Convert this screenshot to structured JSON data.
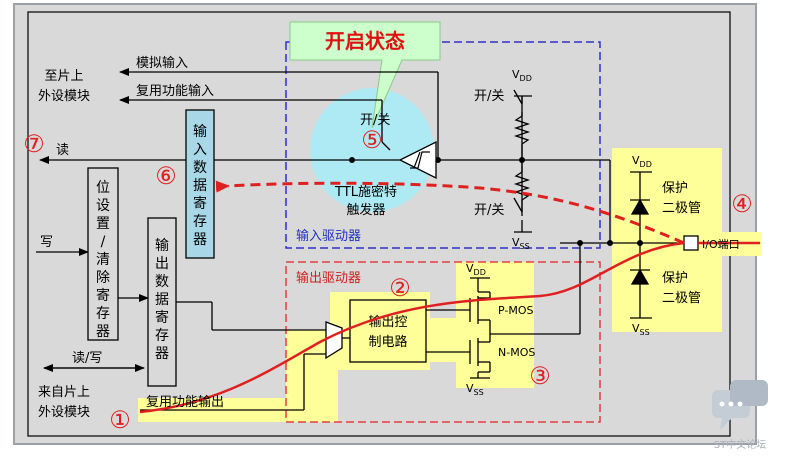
{
  "title": "开启状态",
  "left_labels": {
    "to_peripheral_1": "至片上",
    "to_peripheral_2": "外设模块",
    "from_peripheral_1": "来自片上",
    "from_peripheral_2": "外设模块",
    "read": "读",
    "write": "写",
    "read_write": "读/写"
  },
  "signals": {
    "analog_input": "模拟输入",
    "alt_func_input": "复用功能输入",
    "alt_func_output": "复用功能输出"
  },
  "registers": {
    "bit_set_reset": "位设置/清除寄存器",
    "output_data": "输出数据寄存器",
    "input_data": "输入数据寄存器"
  },
  "blocks": {
    "input_driver": "输入驱动器",
    "output_driver": "输出驱动器",
    "schmitt_1": "TTL施密特",
    "schmitt_2": "触发器",
    "output_control_1": "输出控",
    "output_control_2": "制电路",
    "pmos": "P-MOS",
    "nmos": "N-MOS",
    "protect_1": "保护",
    "protect_2": "二极管",
    "io_port": "I/O端口"
  },
  "switch_labels": {
    "on_off": "开/关"
  },
  "supply": {
    "vdd": "V",
    "vdd_sub": "DD",
    "vss": "V",
    "vss_sub": "SS"
  },
  "numbers": [
    "①",
    "②",
    "③",
    "④",
    "⑤",
    "⑥",
    "⑦"
  ],
  "watermark": "ST中文论坛",
  "colors": {
    "frame_bg": "#dcdcdc",
    "highlight": "#ffff99",
    "callout": "#ccffcc",
    "trigger_bg": "#aeeaf4",
    "register_bg": "#a8d8e8",
    "red_accent": "#e01010",
    "blue_border": "#3030c8"
  }
}
